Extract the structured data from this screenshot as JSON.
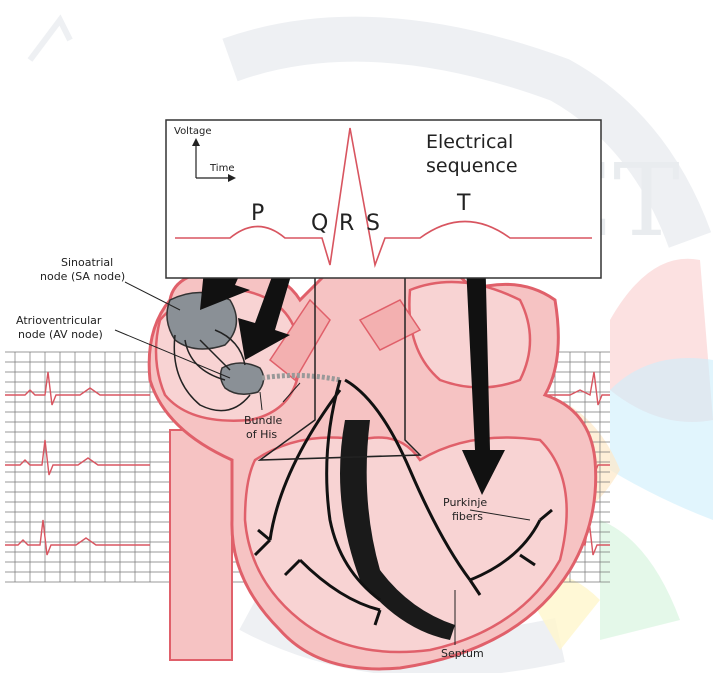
{
  "watermark": {
    "text": "JET"
  },
  "ecg_box": {
    "voltage_label": "Voltage",
    "time_label": "Time",
    "title_line1": "Electrical",
    "title_line2": "sequence",
    "wave_p": "P",
    "wave_q": "Q",
    "wave_r": "R",
    "wave_s": "S",
    "wave_t": "T"
  },
  "labels": {
    "sa_line1": "Sinoatrial",
    "sa_line2": "node (SA node)",
    "av_line1": "Atrioventricular",
    "av_line2": "node (AV node)",
    "his_line1": "Bundle",
    "his_line2": "of His",
    "purkinje_line1": "Purkinje",
    "purkinje_line2": "fibers",
    "septum": "Septum"
  },
  "colors": {
    "heart_fill": "#f6c3c3",
    "heart_stroke": "#e0606a",
    "ecg_trace": "#d85560",
    "grid": "#555555",
    "arrow": "#111111"
  }
}
